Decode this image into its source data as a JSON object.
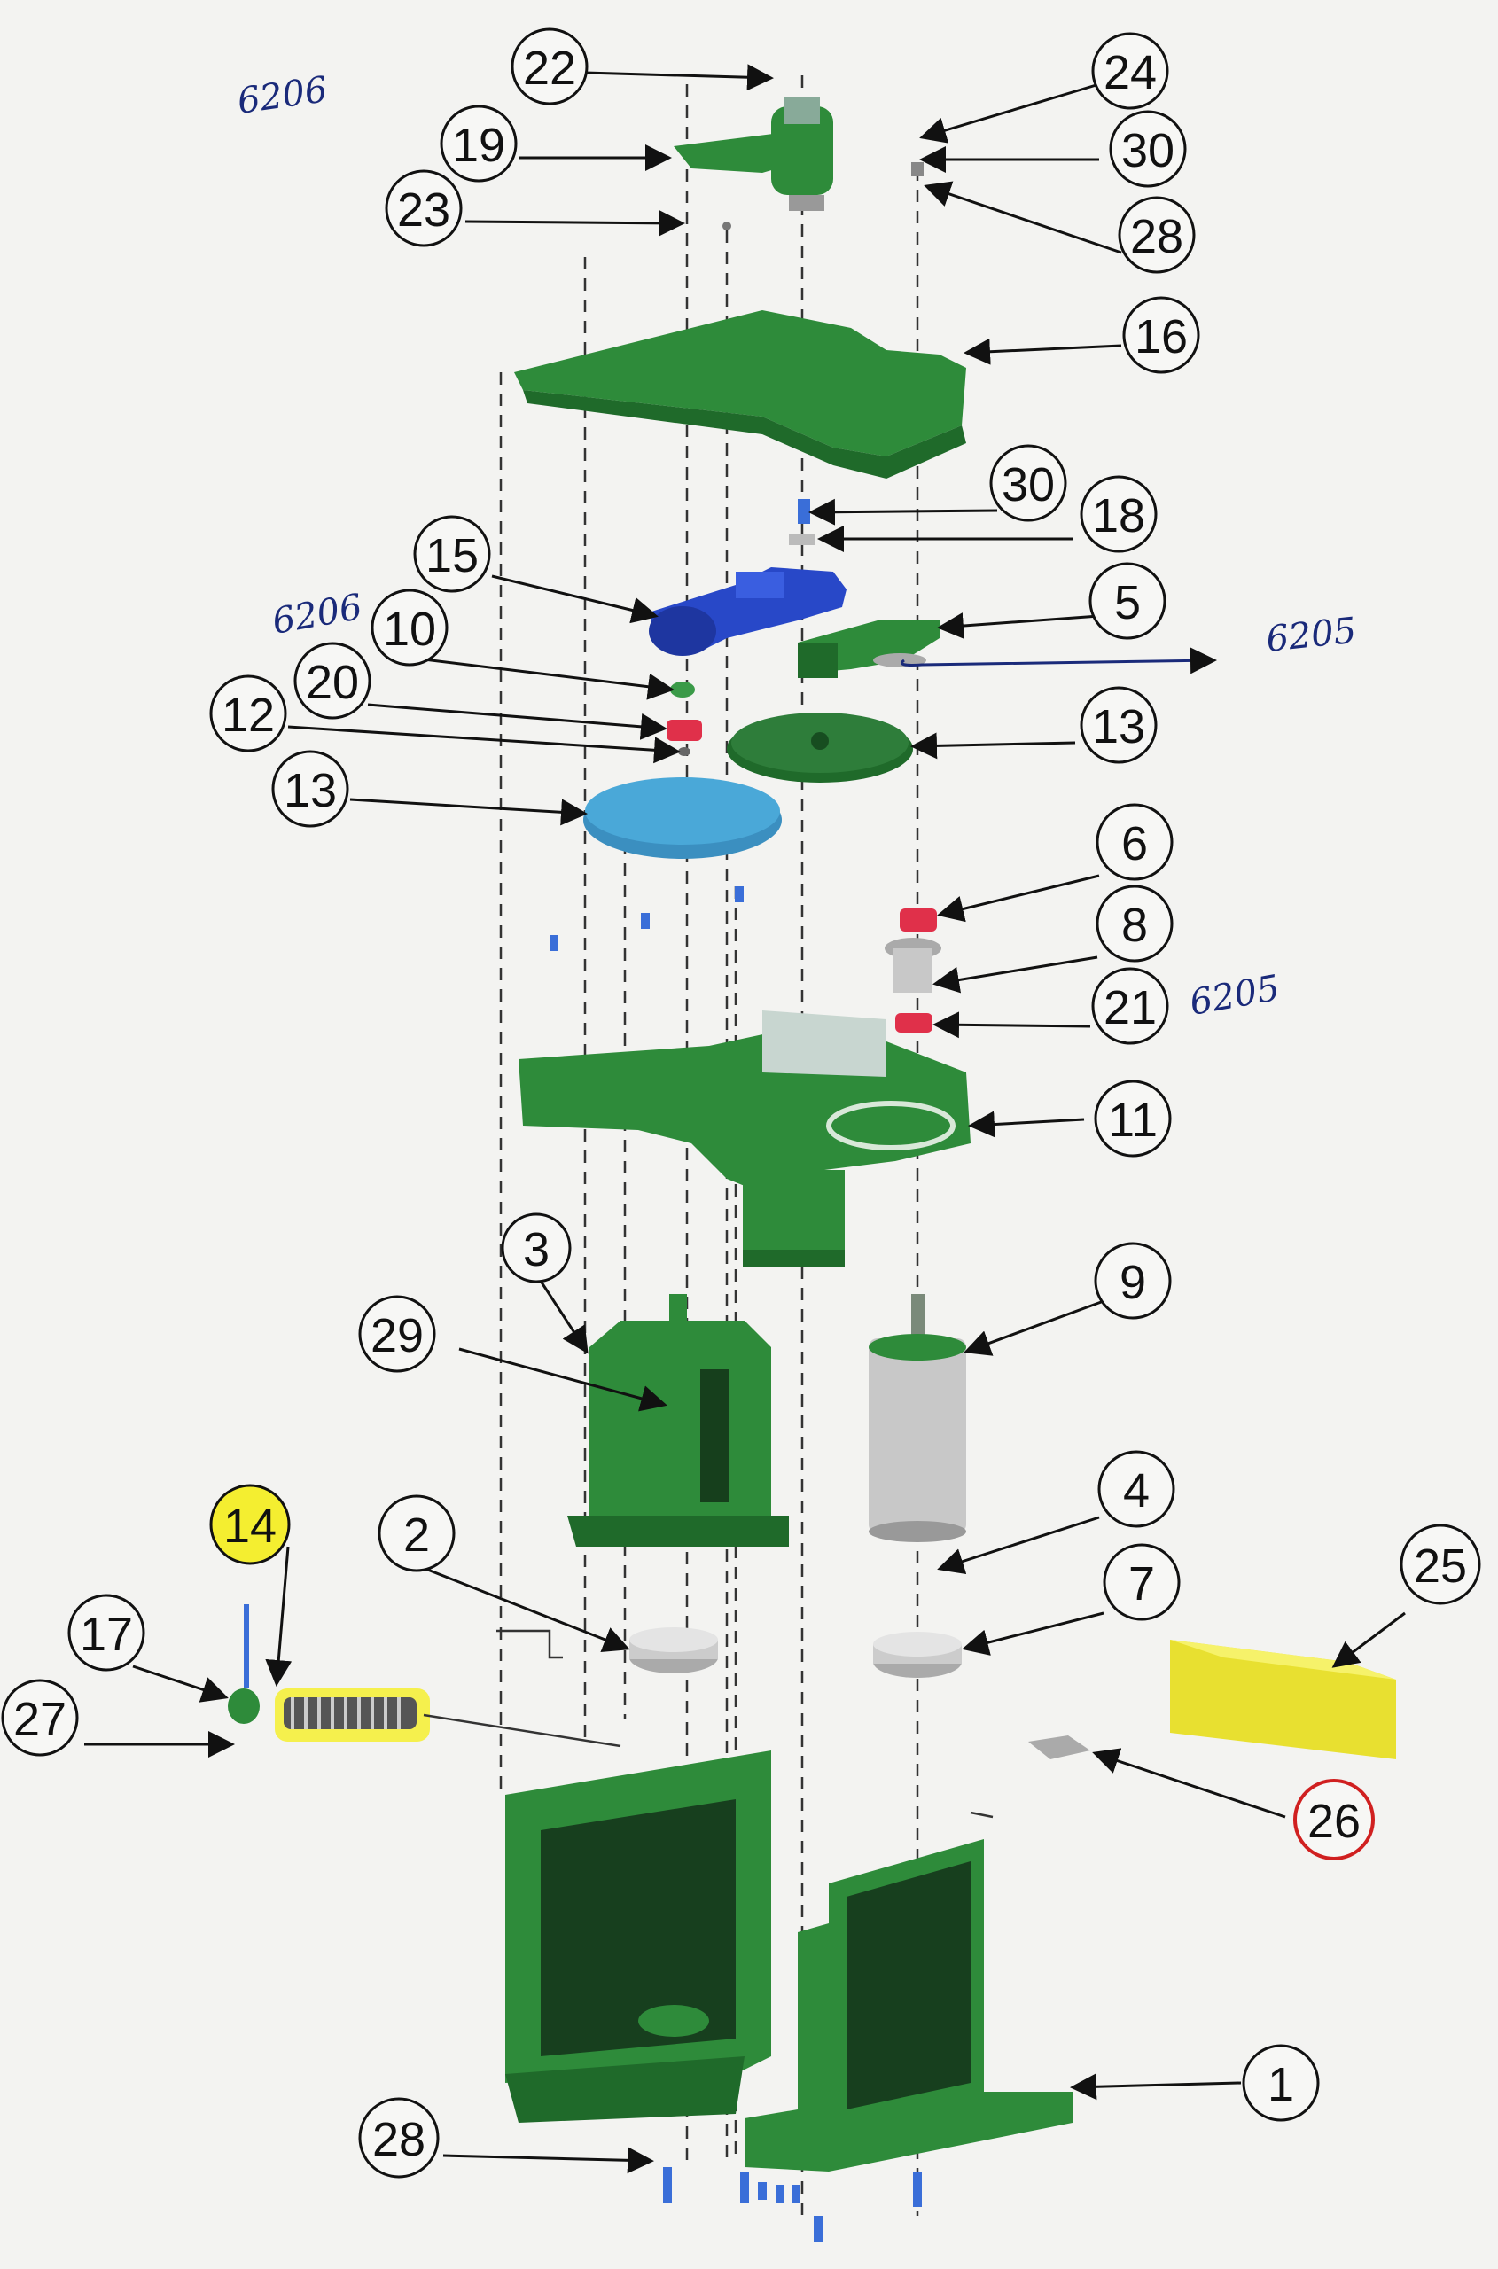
{
  "diagram": {
    "callouts": [
      {
        "id": "c22",
        "label": "22"
      },
      {
        "id": "c24",
        "label": "24"
      },
      {
        "id": "c19",
        "label": "19"
      },
      {
        "id": "c30a",
        "label": "30"
      },
      {
        "id": "c23",
        "label": "23"
      },
      {
        "id": "c28a",
        "label": "28"
      },
      {
        "id": "c16",
        "label": "16"
      },
      {
        "id": "c30b",
        "label": "30"
      },
      {
        "id": "c18",
        "label": "18"
      },
      {
        "id": "c15",
        "label": "15"
      },
      {
        "id": "c5",
        "label": "5"
      },
      {
        "id": "c10",
        "label": "10"
      },
      {
        "id": "c20",
        "label": "20"
      },
      {
        "id": "c12",
        "label": "12"
      },
      {
        "id": "c13a",
        "label": "13"
      },
      {
        "id": "c13b",
        "label": "13"
      },
      {
        "id": "c6",
        "label": "6"
      },
      {
        "id": "c8",
        "label": "8"
      },
      {
        "id": "c21",
        "label": "21"
      },
      {
        "id": "c11",
        "label": "11"
      },
      {
        "id": "c3",
        "label": "3"
      },
      {
        "id": "c9",
        "label": "9"
      },
      {
        "id": "c29",
        "label": "29"
      },
      {
        "id": "c4",
        "label": "4"
      },
      {
        "id": "c14",
        "label": "14"
      },
      {
        "id": "c2",
        "label": "2"
      },
      {
        "id": "c7",
        "label": "7"
      },
      {
        "id": "c25",
        "label": "25"
      },
      {
        "id": "c17",
        "label": "17"
      },
      {
        "id": "c27",
        "label": "27"
      },
      {
        "id": "c26",
        "label": "26"
      },
      {
        "id": "c1",
        "label": "1"
      },
      {
        "id": "c28b",
        "label": "28"
      }
    ],
    "handwritten_notes": [
      {
        "id": "n1",
        "text": "6206"
      },
      {
        "id": "n2",
        "text": "6206"
      },
      {
        "id": "n3",
        "text": "6205"
      },
      {
        "id": "n4",
        "text": "6205"
      }
    ]
  },
  "colors": {
    "part_green": "#2e8b3a",
    "part_green_dark": "#1f6a2a",
    "part_blue": "#2848c8",
    "gear_cyan": "#4aa8d8",
    "bearing_red": "#e0304a",
    "highlight_yellow": "#f4ee30",
    "circle_red": "#d02020",
    "line": "#222222",
    "hand_ink": "#1a2a7a"
  }
}
